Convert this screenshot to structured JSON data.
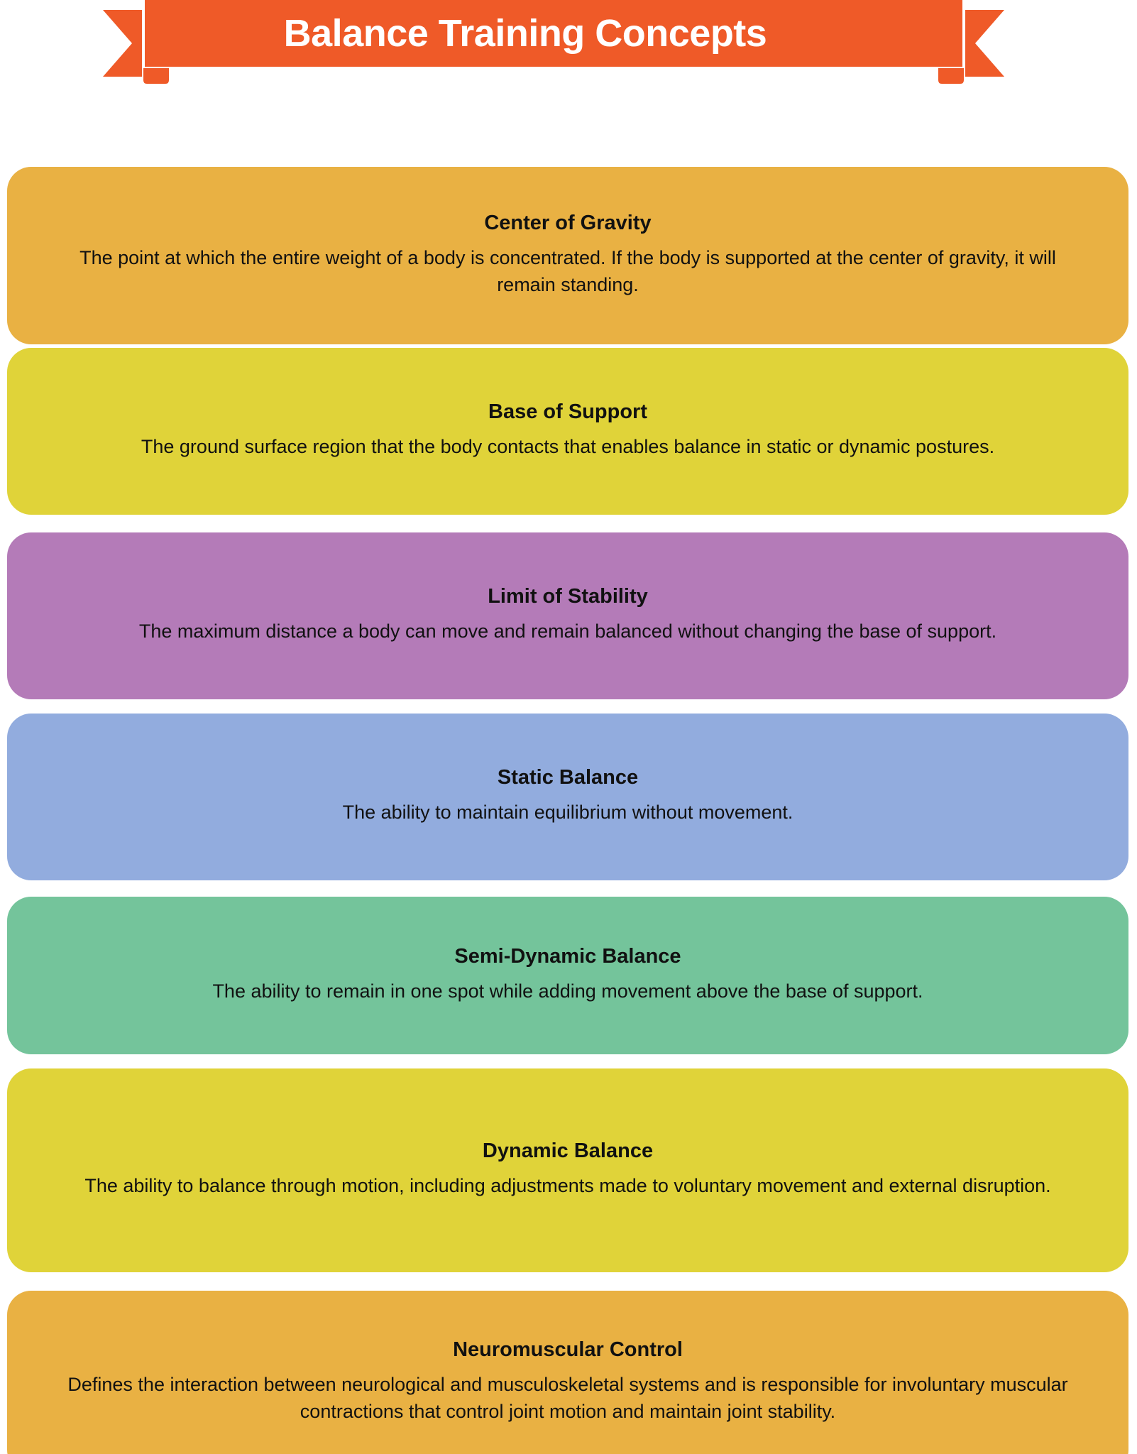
{
  "banner": {
    "title": "Balance Training Concepts",
    "ribbon_color": "#ef5a28",
    "title_color": "#ffffff"
  },
  "cards": [
    {
      "title": "Center of Gravity",
      "body": "The point at which the entire weight of a body is concentrated. If the body is supported at the center of gravity, it will remain standing.",
      "color": "#e9b143"
    },
    {
      "title": "Base of Support",
      "body": "The ground surface region that the body contacts that enables balance in static or dynamic postures.",
      "color": "#e0d339"
    },
    {
      "title": "Limit of Stability",
      "body": "The maximum distance a body can move and remain balanced without changing the base of support.",
      "color": "#b47bb8"
    },
    {
      "title": "Static Balance",
      "body": "The ability to maintain equilibrium without movement.",
      "color": "#92acde"
    },
    {
      "title": "Semi-Dynamic Balance",
      "body": "The ability to remain in one spot while adding movement above the base of support.",
      "color": "#74c49b"
    },
    {
      "title": "Dynamic Balance",
      "body": "The ability to balance through motion, including adjustments made to voluntary movement and external disruption.",
      "color": "#e0d339"
    },
    {
      "title": "Neuromuscular Control",
      "body": "Defines the interaction between neurological and musculoskeletal systems and is responsible for involuntary muscular contractions that control joint motion and maintain joint stability.",
      "color": "#e9b143"
    }
  ]
}
